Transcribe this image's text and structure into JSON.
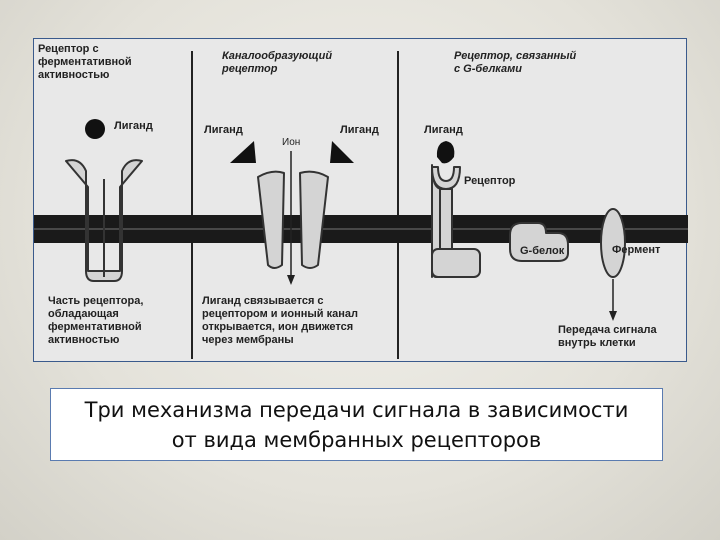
{
  "diagram": {
    "headings": {
      "enzymatic": [
        "Рецептор с",
        "ферментативной",
        "активностью"
      ],
      "channel": [
        "Каналообразующий",
        "рецептор"
      ],
      "gprotein": [
        "Рецептор, связанный",
        "с G-белками"
      ]
    },
    "labels": {
      "ligand_1": "Лиганд",
      "ligand_2": "Лиганд",
      "ligand_3": "Лиганд",
      "ligand_4": "Лиганд",
      "ion": "Ион",
      "receptor": "Рецептор",
      "g_protein": "G-белок",
      "enzyme": "Фермент"
    },
    "descriptions": {
      "enzymatic": [
        "Часть рецептора,",
        "обладающая",
        "ферментативной",
        "активностью"
      ],
      "channel": [
        "Лиганд связывается с",
        "рецептором и ионный канал",
        "открывается, ион движется",
        "через мембраны"
      ],
      "gprotein": [
        "Передача сигнала",
        "внутрь клетки"
      ]
    }
  },
  "caption": {
    "line1": "Три механизма передачи сигнала в зависимости",
    "line2": "от вида мембранных рецепторов"
  },
  "colors": {
    "membrane": "#1a1a1a",
    "receptor_fill": "#d4d4d4",
    "panel_bg": "#e8e8e8",
    "frame": "#3a5a8c"
  }
}
